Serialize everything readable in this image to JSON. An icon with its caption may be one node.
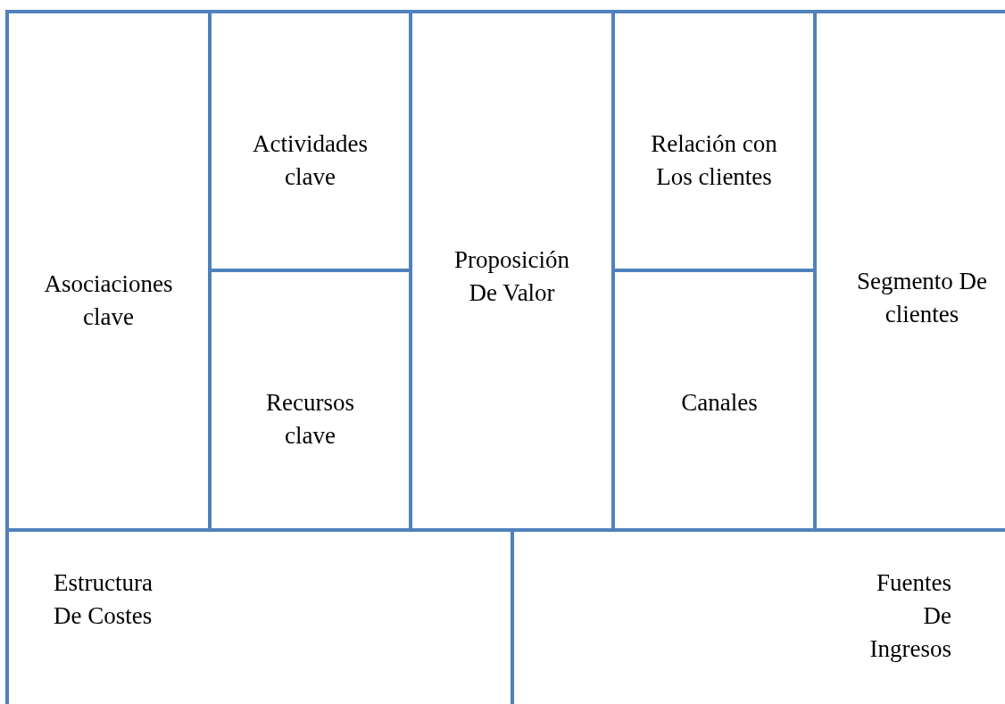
{
  "diagram": {
    "nodes": [
      {
        "text": [
          "Asociaciones clave"
        ]
      },
      {
        "text": [
          "Actividades clave"
        ]
      },
      {
        "text": [
          "Recursos clave"
        ]
      },
      {
        "text": [
          "Proposición De Valor"
        ]
      },
      {
        "text": [
          "Relación con Los clientes"
        ]
      },
      {
        "text": [
          "Canales"
        ]
      },
      {
        "text": [
          "Segmento De clientes"
        ]
      },
      {
        "text": [
          "Estructura De Costes"
        ]
      },
      {
        "text": [
          "Fuentes De Ingresos"
        ]
      }
    ]
  }
}
